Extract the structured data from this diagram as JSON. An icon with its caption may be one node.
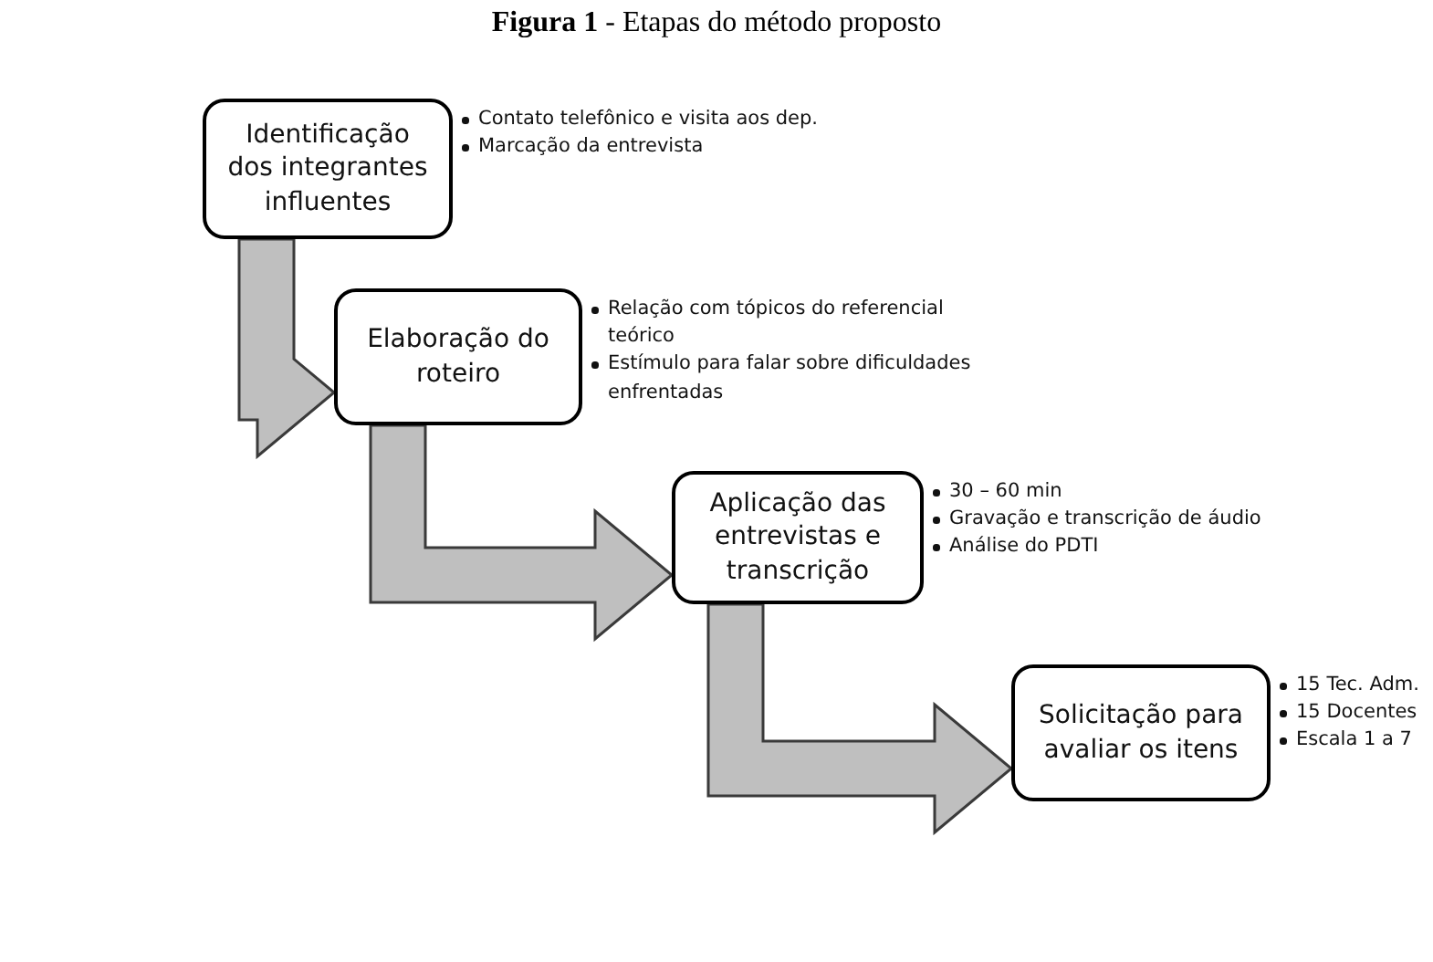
{
  "diagram": {
    "title": "**Figura 1** - Etapas do método proposto",
    "nodes": [
      {
        "text": [
          "Identificação dos integrantes influentes"
        ],
        "beside": [
          "Contato telefônico e visita aos dep.",
          "Marcação da entrevista"
        ]
      },
      {
        "text": [
          "Elaboração do roteiro"
        ],
        "beside": [
          "Relação com tópicos do referencial teórico",
          "Estímulo para falar sobre dificuldades enfrentadas"
        ]
      },
      {
        "text": [
          "Aplicação das entrevistas e transcrição"
        ],
        "beside": [
          "30 – 60 min",
          "Gravação e transcrição de áudio",
          "Análise do PDTI"
        ]
      },
      {
        "text": [
          "Solicitação para avaliar os itens"
        ],
        "beside": [
          "15 Tec. Adm.",
          "15 Docentes",
          "Escala 1 a 7"
        ]
      }
    ],
    "edges": [
      {
        "from": 0,
        "to": 1,
        "arrow": "to"
      },
      {
        "from": 1,
        "to": 2,
        "arrow": "to"
      },
      {
        "from": 2,
        "to": 3,
        "arrow": "to"
      }
    ]
  }
}
